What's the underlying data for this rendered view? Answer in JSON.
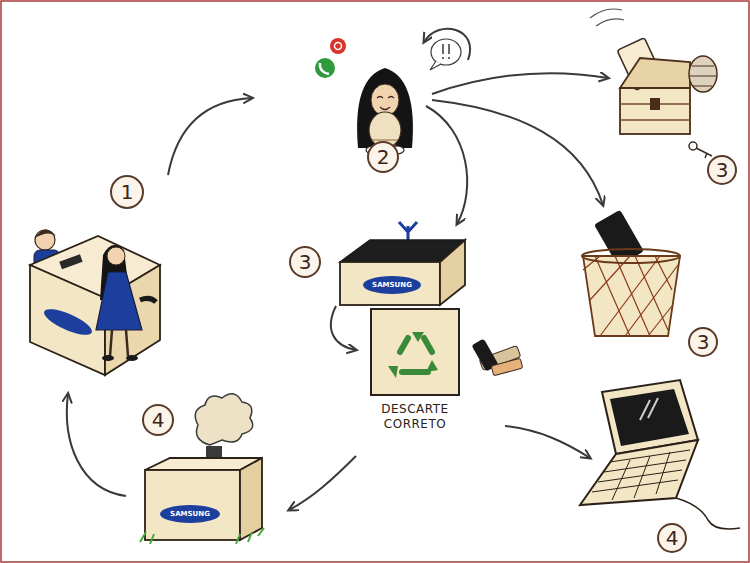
{
  "diagram": {
    "nodes": [
      {
        "text": [
          "2"
        ]
      },
      {
        "text": [
          "3"
        ]
      },
      {
        "text": [
          "1"
        ]
      },
      {
        "text": [
          "3"
        ]
      },
      {
        "text": [
          "3"
        ]
      },
      {
        "text": [
          "DESCARTE CORRETO"
        ]
      },
      {
        "text": [
          "4"
        ]
      },
      {
        "text": [
          "4"
        ]
      }
    ],
    "labels": [
      "SAMSUNG",
      "SAMSUNG"
    ]
  }
}
